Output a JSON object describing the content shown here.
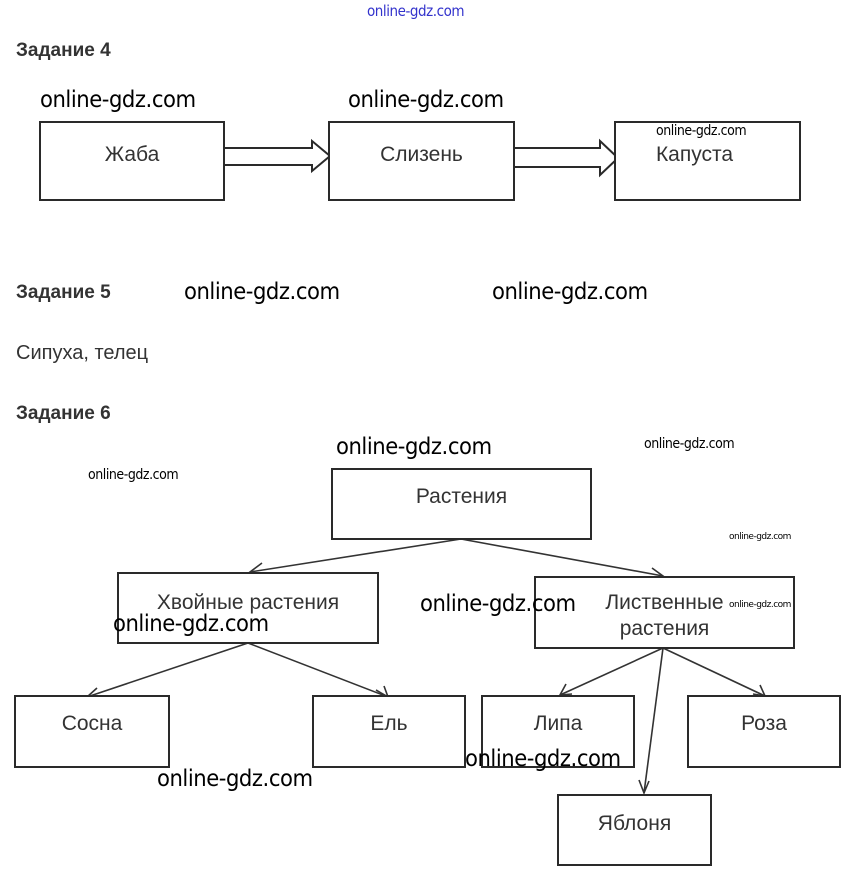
{
  "watermark": "online-gdz.com",
  "task4": {
    "heading": "Задание 4",
    "chain": [
      "Жаба",
      "Слизень",
      "Капуста"
    ]
  },
  "task5": {
    "heading": "Задание 5",
    "answer": "Сипуха, телец"
  },
  "task6": {
    "heading": "Задание 6",
    "root": "Растения",
    "left_branch": "Хвойные растения",
    "right_branch_line1": "Лиственные",
    "right_branch_line2": "растения",
    "left_leaves": [
      "Сосна",
      "Ель"
    ],
    "right_leaves": [
      "Липа",
      "Роза",
      "Яблоня"
    ]
  }
}
